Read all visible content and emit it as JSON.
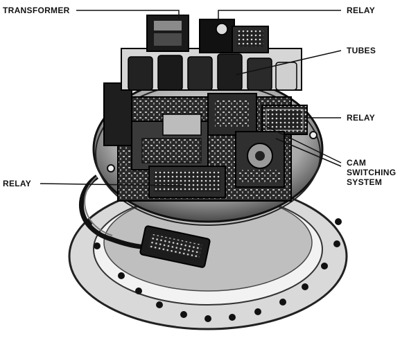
{
  "labels": {
    "transformer": "TRANSFORMER",
    "relay_top": "RELAY",
    "tubes": "TUBES",
    "relay_right": "RELAY",
    "cam_line1": "CAM",
    "cam_line2": "SWITCHING",
    "cam_line3": "SYSTEM",
    "relay_left": "RELAY"
  },
  "colors": {
    "background": "#ffffff",
    "ink": "#111111",
    "device_dark": "#1a1a1a",
    "device_mid": "#555555",
    "device_light": "#cfcfcf"
  }
}
